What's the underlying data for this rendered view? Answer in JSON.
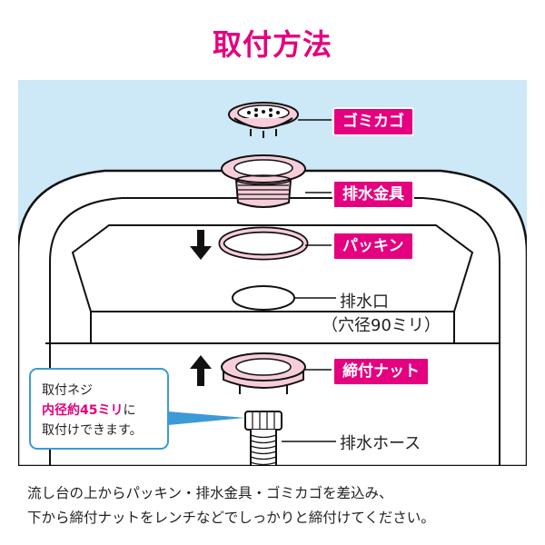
{
  "title": "取付方法",
  "labels": {
    "strainer": "ゴミカゴ",
    "drain_fitting": "排水金具",
    "packing": "パッキン",
    "drain_outlet": "排水口",
    "drain_hole_size": "（穴径90ミリ）",
    "lock_nut": "締付ナット",
    "drain_hose": "排水ホース"
  },
  "callout": {
    "line1": "取付ネジ",
    "line2_highlight": "内径約45ミリ",
    "line2_suffix": "に",
    "line3": "取付けできます。"
  },
  "caption": {
    "line1": "流し台の上からパッキン・排水金具・ゴミカゴを差込み、",
    "line2": "下から締付ナットをレンチなどでしっかりと締付けてください。"
  },
  "colors": {
    "accent": "#e4007f",
    "panel_bg": "#cde8f6",
    "part_fill": "#f6cdd9",
    "callout_border": "#3c9ad6"
  },
  "icons": {
    "down_arrow": "down-arrow-icon",
    "up_arrow": "up-arrow-icon"
  }
}
